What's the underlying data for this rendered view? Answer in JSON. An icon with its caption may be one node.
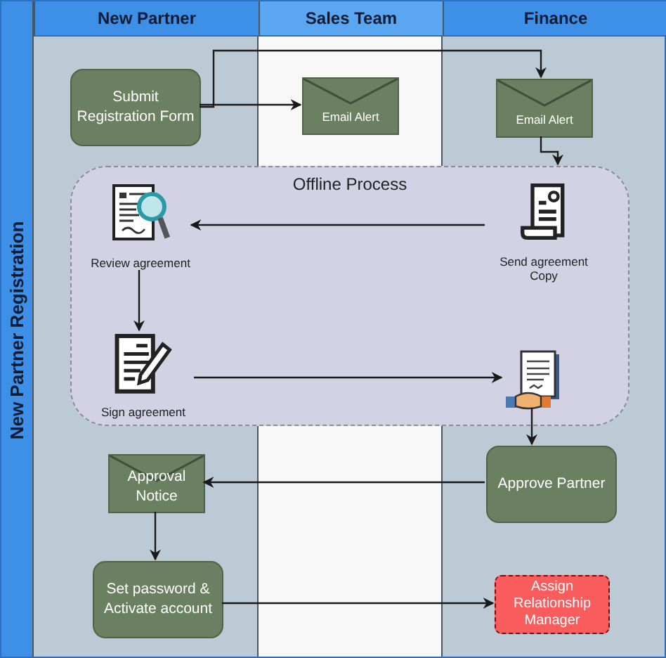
{
  "diagram": {
    "nodes": [
      {
        "text": [
          "New Partner Registration"
        ]
      },
      {
        "text": [
          "New Partner"
        ],
        "in": 0
      },
      {
        "text": [
          "Sales Team"
        ],
        "in": 0
      },
      {
        "text": [
          "Finance"
        ],
        "in": 0
      },
      {
        "text": [
          "Submit Registration Form"
        ],
        "in": 0
      },
      {
        "text": [
          "Email Alert"
        ],
        "in": 0
      },
      {
        "text": [
          "Email Alert"
        ],
        "in": 0
      },
      {
        "text": [
          "Offline Process"
        ],
        "in": 0
      },
      {
        "text": [
          "Review agreement"
        ],
        "in": 7
      },
      {
        "text": [
          "Send agreement Copy"
        ],
        "in": 7
      },
      {
        "text": [
          "Sign agreement"
        ],
        "in": 7
      },
      {
        "text": [],
        "shape": "picture",
        "in": 7
      },
      {
        "text": [
          "Approval Notice"
        ],
        "in": 0
      },
      {
        "text": [
          "Approve Partner"
        ],
        "in": 0
      },
      {
        "text": [
          "Set password & Activate account"
        ],
        "in": 0
      },
      {
        "text": [
          "Assign Relationship Manager"
        ],
        "in": 0
      }
    ],
    "edges": [
      {
        "from": 4,
        "to": 5,
        "arrow": "to"
      },
      {
        "from": 4,
        "to": 6,
        "arrow": "to"
      },
      {
        "from": 6,
        "to": 7,
        "arrow": "to"
      },
      {
        "from": 9,
        "to": 8,
        "arrow": "to"
      },
      {
        "from": 8,
        "to": 10,
        "arrow": "to"
      },
      {
        "from": 10,
        "to": 11,
        "arrow": "to"
      },
      {
        "from": 11,
        "to": 13,
        "arrow": "to"
      },
      {
        "from": 13,
        "to": 12,
        "arrow": "to"
      },
      {
        "from": 12,
        "to": 14,
        "arrow": "to"
      },
      {
        "from": 14,
        "to": 15,
        "arrow": "to"
      }
    ]
  }
}
